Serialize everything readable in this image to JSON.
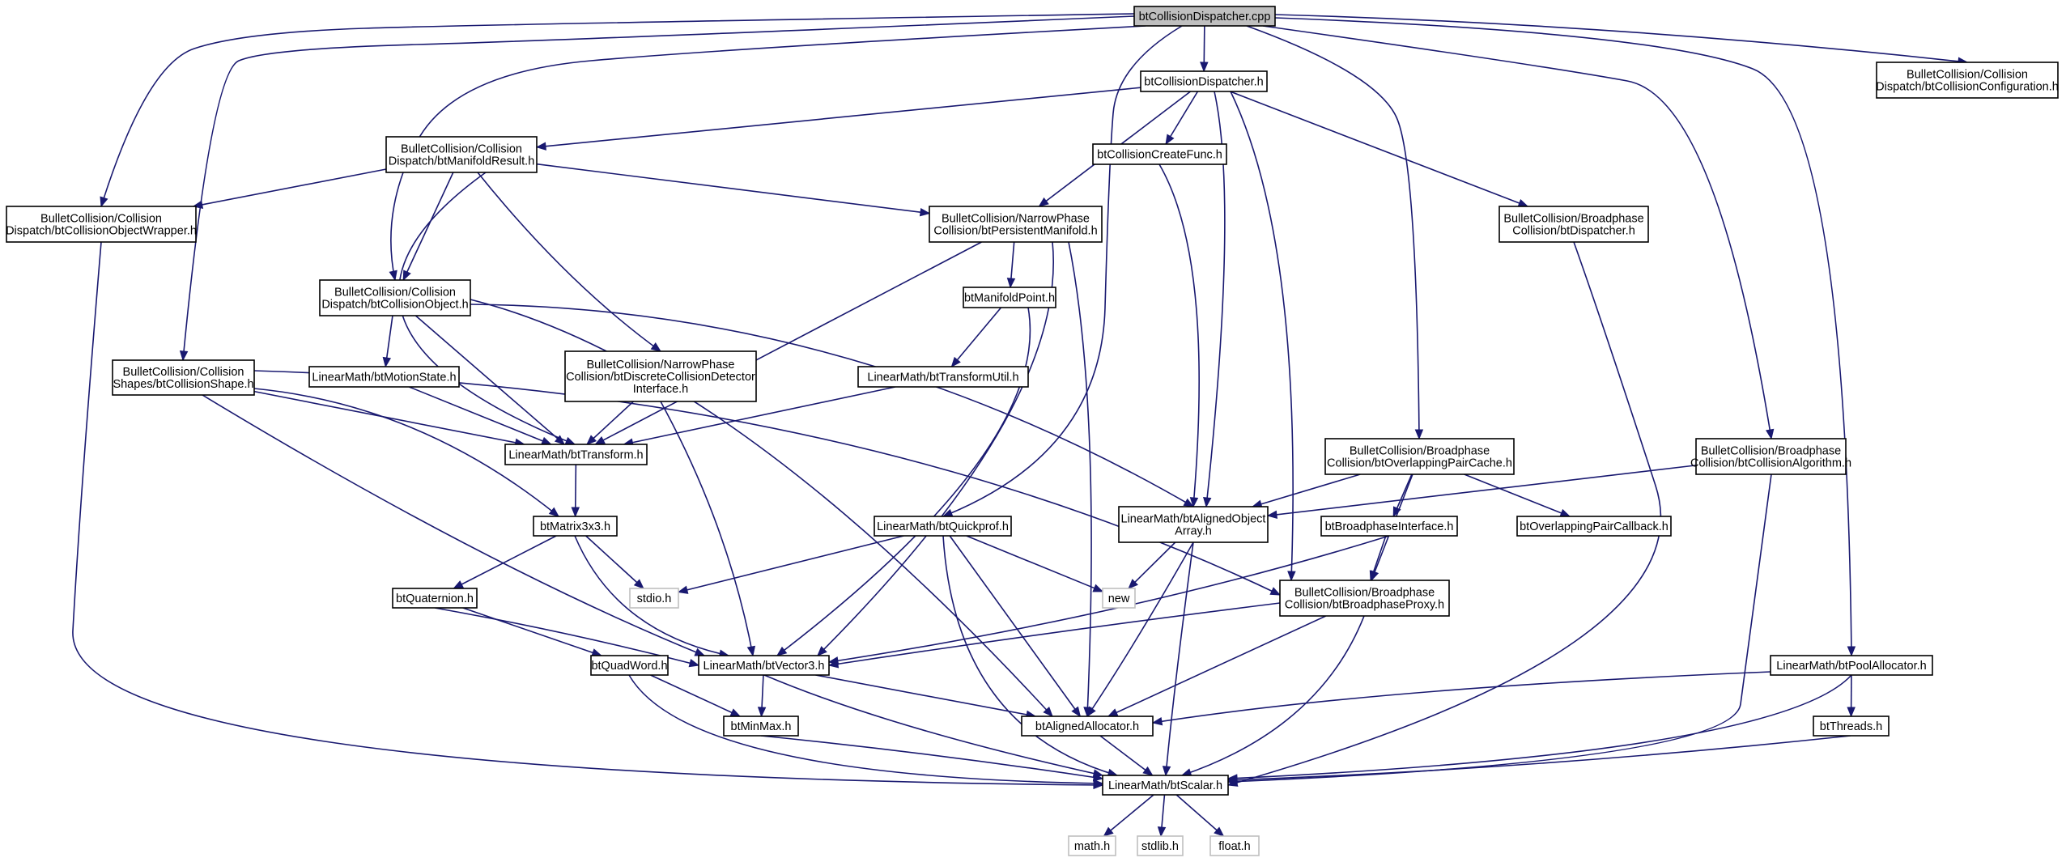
{
  "diagram": {
    "title": "btCollisionDispatcher.cpp",
    "edge_color": "#191970",
    "root_fill": "#bfbfbf",
    "nodes": [
      {
        "id": "root",
        "lines": [
          "btCollisionDispatcher.cpp"
        ],
        "kind": "root"
      },
      {
        "id": "dispH",
        "lines": [
          "btCollisionDispatcher.h"
        ]
      },
      {
        "id": "collConfig",
        "lines": [
          "BulletCollision/Collision",
          "Dispatch/btCollisionConfiguration.h"
        ]
      },
      {
        "id": "manifoldResult",
        "lines": [
          "BulletCollision/Collision",
          "Dispatch/btManifoldResult.h"
        ]
      },
      {
        "id": "createFunc",
        "lines": [
          "btCollisionCreateFunc.h"
        ]
      },
      {
        "id": "objWrapper",
        "lines": [
          "BulletCollision/Collision",
          "Dispatch/btCollisionObjectWrapper.h"
        ]
      },
      {
        "id": "persistentManifold",
        "lines": [
          "BulletCollision/NarrowPhase",
          "Collision/btPersistentManifold.h"
        ]
      },
      {
        "id": "btDispatcher",
        "lines": [
          "BulletCollision/Broadphase",
          "Collision/btDispatcher.h"
        ]
      },
      {
        "id": "collObject",
        "lines": [
          "BulletCollision/Collision",
          "Dispatch/btCollisionObject.h"
        ]
      },
      {
        "id": "manifoldPoint",
        "lines": [
          "btManifoldPoint.h"
        ]
      },
      {
        "id": "collShape",
        "lines": [
          "BulletCollision/Collision",
          "Shapes/btCollisionShape.h"
        ]
      },
      {
        "id": "motionState",
        "lines": [
          "LinearMath/btMotionState.h"
        ]
      },
      {
        "id": "discreteDetector",
        "lines": [
          "BulletCollision/NarrowPhase",
          "Collision/btDiscreteCollisionDetector",
          "Interface.h"
        ]
      },
      {
        "id": "transformUtil",
        "lines": [
          "LinearMath/btTransformUtil.h"
        ]
      },
      {
        "id": "transform",
        "lines": [
          "LinearMath/btTransform.h"
        ]
      },
      {
        "id": "overlapCache",
        "lines": [
          "BulletCollision/Broadphase",
          "Collision/btOverlappingPairCache.h"
        ]
      },
      {
        "id": "collAlgorithm",
        "lines": [
          "BulletCollision/Broadphase",
          "Collision/btCollisionAlgorithm.h"
        ]
      },
      {
        "id": "alignedArray",
        "lines": [
          "LinearMath/btAlignedObject",
          "Array.h"
        ]
      },
      {
        "id": "matrix3x3",
        "lines": [
          "btMatrix3x3.h"
        ]
      },
      {
        "id": "quickprof",
        "lines": [
          "LinearMath/btQuickprof.h"
        ]
      },
      {
        "id": "bpInterface",
        "lines": [
          "btBroadphaseInterface.h"
        ]
      },
      {
        "id": "overlapCallback",
        "lines": [
          "btOverlappingPairCallback.h"
        ]
      },
      {
        "id": "stdio",
        "lines": [
          "stdio.h"
        ],
        "kind": "sys"
      },
      {
        "id": "newh",
        "lines": [
          "new"
        ],
        "kind": "sys"
      },
      {
        "id": "bpProxy",
        "lines": [
          "BulletCollision/Broadphase",
          "Collision/btBroadphaseProxy.h"
        ]
      },
      {
        "id": "quaternion",
        "lines": [
          "btQuaternion.h"
        ]
      },
      {
        "id": "vector3",
        "lines": [
          "LinearMath/btVector3.h"
        ]
      },
      {
        "id": "quadWord",
        "lines": [
          "btQuadWord.h"
        ]
      },
      {
        "id": "poolAlloc",
        "lines": [
          "LinearMath/btPoolAllocator.h"
        ]
      },
      {
        "id": "minMax",
        "lines": [
          "btMinMax.h"
        ]
      },
      {
        "id": "alignedAlloc",
        "lines": [
          "btAlignedAllocator.h"
        ]
      },
      {
        "id": "threads",
        "lines": [
          "btThreads.h"
        ]
      },
      {
        "id": "scalar",
        "lines": [
          "LinearMath/btScalar.h"
        ]
      },
      {
        "id": "math",
        "lines": [
          "math.h"
        ],
        "kind": "sys"
      },
      {
        "id": "stdlib",
        "lines": [
          "stdlib.h"
        ],
        "kind": "sys"
      },
      {
        "id": "floath",
        "lines": [
          "float.h"
        ],
        "kind": "sys"
      }
    ],
    "edges": [
      [
        "root",
        "dispH"
      ],
      [
        "root",
        "collConfig"
      ],
      [
        "root",
        "objWrapper"
      ],
      [
        "root",
        "collShape"
      ],
      [
        "root",
        "collObject"
      ],
      [
        "root",
        "quickprof"
      ],
      [
        "root",
        "overlapCache"
      ],
      [
        "root",
        "collAlgorithm"
      ],
      [
        "root",
        "poolAlloc"
      ],
      [
        "dispH",
        "manifoldResult"
      ],
      [
        "dispH",
        "createFunc"
      ],
      [
        "dispH",
        "persistentManifold"
      ],
      [
        "dispH",
        "btDispatcher"
      ],
      [
        "dispH",
        "alignedArray"
      ],
      [
        "dispH",
        "bpProxy"
      ],
      [
        "manifoldResult",
        "objWrapper"
      ],
      [
        "manifoldResult",
        "persistentManifold"
      ],
      [
        "manifoldResult",
        "collObject"
      ],
      [
        "manifoldResult",
        "discreteDetector"
      ],
      [
        "manifoldResult",
        "transform"
      ],
      [
        "createFunc",
        "alignedArray"
      ],
      [
        "objWrapper",
        "scalar"
      ],
      [
        "persistentManifold",
        "manifoldPoint"
      ],
      [
        "persistentManifold",
        "transform"
      ],
      [
        "persistentManifold",
        "vector3"
      ],
      [
        "persistentManifold",
        "alignedAlloc"
      ],
      [
        "btDispatcher",
        "scalar"
      ],
      [
        "collObject",
        "motionState"
      ],
      [
        "collObject",
        "transform"
      ],
      [
        "collObject",
        "alignedArray"
      ],
      [
        "collObject",
        "alignedAlloc"
      ],
      [
        "manifoldPoint",
        "transformUtil"
      ],
      [
        "manifoldPoint",
        "vector3"
      ],
      [
        "collShape",
        "transform"
      ],
      [
        "collShape",
        "matrix3x3"
      ],
      [
        "collShape",
        "vector3"
      ],
      [
        "collShape",
        "bpProxy"
      ],
      [
        "motionState",
        "transform"
      ],
      [
        "discreteDetector",
        "transform"
      ],
      [
        "discreteDetector",
        "vector3"
      ],
      [
        "transformUtil",
        "transform"
      ],
      [
        "transform",
        "matrix3x3"
      ],
      [
        "overlapCache",
        "alignedArray"
      ],
      [
        "overlapCache",
        "bpInterface"
      ],
      [
        "overlapCache",
        "overlapCallback"
      ],
      [
        "overlapCache",
        "bpProxy"
      ],
      [
        "collAlgorithm",
        "alignedArray"
      ],
      [
        "collAlgorithm",
        "scalar"
      ],
      [
        "alignedArray",
        "newh"
      ],
      [
        "alignedArray",
        "alignedAlloc"
      ],
      [
        "alignedArray",
        "scalar"
      ],
      [
        "matrix3x3",
        "quaternion"
      ],
      [
        "matrix3x3",
        "stdio"
      ],
      [
        "matrix3x3",
        "vector3"
      ],
      [
        "quickprof",
        "stdio"
      ],
      [
        "quickprof",
        "newh"
      ],
      [
        "quickprof",
        "alignedAlloc"
      ],
      [
        "quickprof",
        "scalar"
      ],
      [
        "bpInterface",
        "bpProxy"
      ],
      [
        "bpInterface",
        "vector3"
      ],
      [
        "bpProxy",
        "vector3"
      ],
      [
        "bpProxy",
        "alignedAlloc"
      ],
      [
        "bpProxy",
        "scalar"
      ],
      [
        "quaternion",
        "quadWord"
      ],
      [
        "quaternion",
        "vector3"
      ],
      [
        "vector3",
        "minMax"
      ],
      [
        "vector3",
        "alignedAlloc"
      ],
      [
        "vector3",
        "scalar"
      ],
      [
        "quadWord",
        "minMax"
      ],
      [
        "quadWord",
        "scalar"
      ],
      [
        "poolAlloc",
        "alignedAlloc"
      ],
      [
        "poolAlloc",
        "threads"
      ],
      [
        "poolAlloc",
        "scalar"
      ],
      [
        "minMax",
        "scalar"
      ],
      [
        "alignedAlloc",
        "scalar"
      ],
      [
        "threads",
        "scalar"
      ],
      [
        "scalar",
        "math"
      ],
      [
        "scalar",
        "stdlib"
      ],
      [
        "scalar",
        "floath"
      ]
    ]
  }
}
